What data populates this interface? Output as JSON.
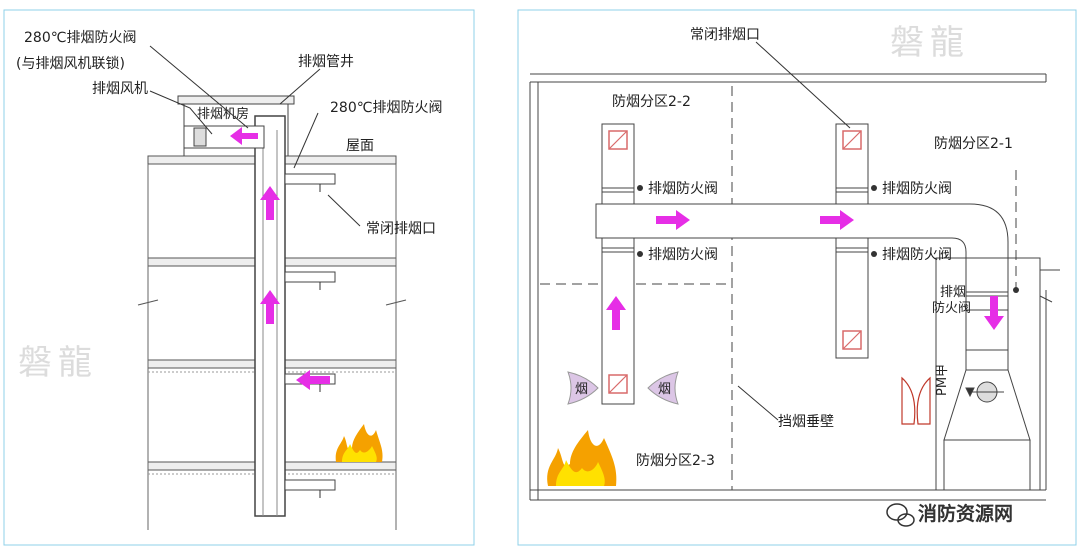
{
  "left_panel": {
    "labels": {
      "damper_top": "280℃排烟防火阀",
      "damper_top_note": "(与排烟风机联锁)",
      "fan": "排烟风机",
      "fan_room": "排烟机房",
      "shaft": "排烟管井",
      "damper_roof": "280℃排烟防火阀",
      "roof": "屋面",
      "outlet": "常闭排烟口"
    },
    "watermark": "磐龍"
  },
  "right_panel": {
    "labels": {
      "outlet": "常闭排烟口",
      "zone_2_2": "防烟分区2-2",
      "zone_2_1": "防烟分区2-1",
      "zone_2_3": "防烟分区2-3",
      "damper_a": "排烟防火阀",
      "damper_b": "排烟防火阀",
      "damper_c": "排烟防火阀",
      "damper_d": "排烟防火阀",
      "damper_e_line1": "排烟",
      "damper_e_line2": "防火阀",
      "smoke_left": "烟",
      "smoke_right": "烟",
      "fan_room": "PM甲",
      "smoke_barrier": "挡烟垂壁"
    },
    "watermark": "磐龍",
    "logo": "消防资源网"
  },
  "colors": {
    "arrow": "#e62ee6",
    "line": "#333333",
    "panel_border": "#8fd0e8",
    "flame_outer": "#f5a100",
    "flame_inner": "#ffe100",
    "outlet_frame": "#d96a6a"
  }
}
